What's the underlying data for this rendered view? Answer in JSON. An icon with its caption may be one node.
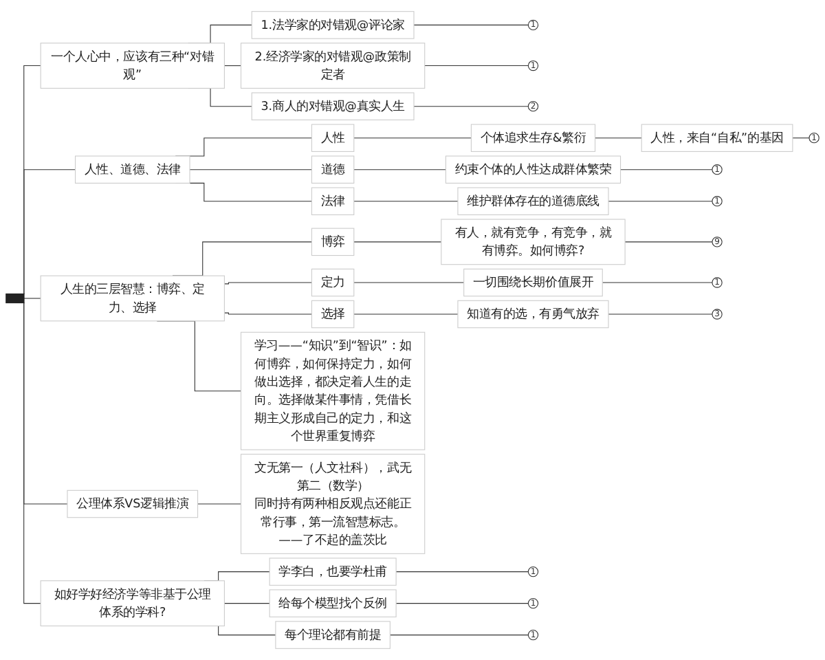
{
  "diagram": {
    "nodes": [
      {
        "text": [],
        "shape": "bar"
      },
      {
        "text": [
          "一个人心中，应该有三种“对错观”"
        ]
      },
      {
        "text": [
          "1.法学家的对错观@评论家"
        ]
      },
      {
        "text": [
          "1"
        ]
      },
      {
        "text": [
          "2.经济学家的对错观@政策制定者"
        ]
      },
      {
        "text": [
          "1"
        ]
      },
      {
        "text": [
          "3.商人的对错观@真实人生"
        ]
      },
      {
        "text": [
          "2"
        ]
      },
      {
        "text": [
          "人性、道德、法律"
        ]
      },
      {
        "text": [
          "人性"
        ]
      },
      {
        "text": [
          "个体追求生存&繁衍"
        ]
      },
      {
        "text": [
          "人性，来自“自私”的基因"
        ]
      },
      {
        "text": [
          "1"
        ]
      },
      {
        "text": [
          "道德"
        ]
      },
      {
        "text": [
          "约束个体的人性达成群体繁荣"
        ]
      },
      {
        "text": [
          "1"
        ]
      },
      {
        "text": [
          "法律"
        ]
      },
      {
        "text": [
          "维护群体存在的道德底线"
        ]
      },
      {
        "text": [
          "1"
        ]
      },
      {
        "text": [
          "人生的三层智慧：博弈、定力、选择"
        ]
      },
      {
        "text": [
          "博弈"
        ]
      },
      {
        "text": [
          "有人，就有竞争，有竞争，就有博弈。如何博弈?"
        ]
      },
      {
        "text": [
          "9"
        ]
      },
      {
        "text": [
          "定力"
        ]
      },
      {
        "text": [
          "一切围绕长期价值展开"
        ]
      },
      {
        "text": [
          "1"
        ]
      },
      {
        "text": [
          "选择"
        ]
      },
      {
        "text": [
          "知道有的选，有勇气放弃"
        ]
      },
      {
        "text": [
          "3"
        ]
      },
      {
        "text": [
          "学习——“知识”到“智识”：如何博弈，如何保持定力，如何做出选择，都决定着人生的走向。选择做某件事情，凭借长期主义形成自己的定力，和这个世界重复博弈"
        ]
      },
      {
        "text": [
          "公理体系VS逻辑推演"
        ]
      },
      {
        "text": [
          "文无第一（人文社科），武无第二（数学）",
          "同时持有两种相反观点还能正常行事，第一流智慧标志。——了不起的盖茨比"
        ]
      },
      {
        "text": [
          "如好学好经济学等非基于公理体系的学科?"
        ]
      },
      {
        "text": [
          "学李白，也要学杜甫"
        ]
      },
      {
        "text": [
          "1"
        ]
      },
      {
        "text": [
          "给每个模型找个反例"
        ]
      },
      {
        "text": [
          "1"
        ]
      },
      {
        "text": [
          "每个理论都有前提"
        ]
      },
      {
        "text": [
          "1"
        ]
      }
    ],
    "edges": [
      {
        "from": 0,
        "to": 1,
        "arrow": "none"
      },
      {
        "from": 1,
        "to": 2,
        "arrow": "none"
      },
      {
        "from": 2,
        "to": 3,
        "arrow": "none"
      },
      {
        "from": 1,
        "to": 4,
        "arrow": "none"
      },
      {
        "from": 4,
        "to": 5,
        "arrow": "none"
      },
      {
        "from": 1,
        "to": 6,
        "arrow": "none"
      },
      {
        "from": 6,
        "to": 7,
        "arrow": "none"
      },
      {
        "from": 0,
        "to": 8,
        "arrow": "none"
      },
      {
        "from": 8,
        "to": 9,
        "arrow": "none"
      },
      {
        "from": 9,
        "to": 10,
        "arrow": "none"
      },
      {
        "from": 10,
        "to": 11,
        "arrow": "none"
      },
      {
        "from": 11,
        "to": 12,
        "arrow": "none"
      },
      {
        "from": 8,
        "to": 13,
        "arrow": "none"
      },
      {
        "from": 13,
        "to": 14,
        "arrow": "none"
      },
      {
        "from": 14,
        "to": 15,
        "arrow": "none"
      },
      {
        "from": 8,
        "to": 16,
        "arrow": "none"
      },
      {
        "from": 16,
        "to": 17,
        "arrow": "none"
      },
      {
        "from": 17,
        "to": 18,
        "arrow": "none"
      },
      {
        "from": 0,
        "to": 19,
        "arrow": "none"
      },
      {
        "from": 19,
        "to": 20,
        "arrow": "none"
      },
      {
        "from": 20,
        "to": 21,
        "arrow": "none"
      },
      {
        "from": 21,
        "to": 22,
        "arrow": "none"
      },
      {
        "from": 19,
        "to": 23,
        "arrow": "none"
      },
      {
        "from": 23,
        "to": 24,
        "arrow": "none"
      },
      {
        "from": 24,
        "to": 25,
        "arrow": "none"
      },
      {
        "from": 19,
        "to": 26,
        "arrow": "none"
      },
      {
        "from": 26,
        "to": 27,
        "arrow": "none"
      },
      {
        "from": 27,
        "to": 28,
        "arrow": "none"
      },
      {
        "from": 19,
        "to": 29,
        "arrow": "none"
      },
      {
        "from": 0,
        "to": 30,
        "arrow": "none"
      },
      {
        "from": 30,
        "to": 31,
        "arrow": "none"
      },
      {
        "from": 0,
        "to": 32,
        "arrow": "none"
      },
      {
        "from": 32,
        "to": 33,
        "arrow": "none"
      },
      {
        "from": 33,
        "to": 34,
        "arrow": "none"
      },
      {
        "from": 32,
        "to": 35,
        "arrow": "none"
      },
      {
        "from": 35,
        "to": 36,
        "arrow": "none"
      },
      {
        "from": 32,
        "to": 37,
        "arrow": "none"
      },
      {
        "from": 37,
        "to": 38,
        "arrow": "none"
      }
    ]
  }
}
